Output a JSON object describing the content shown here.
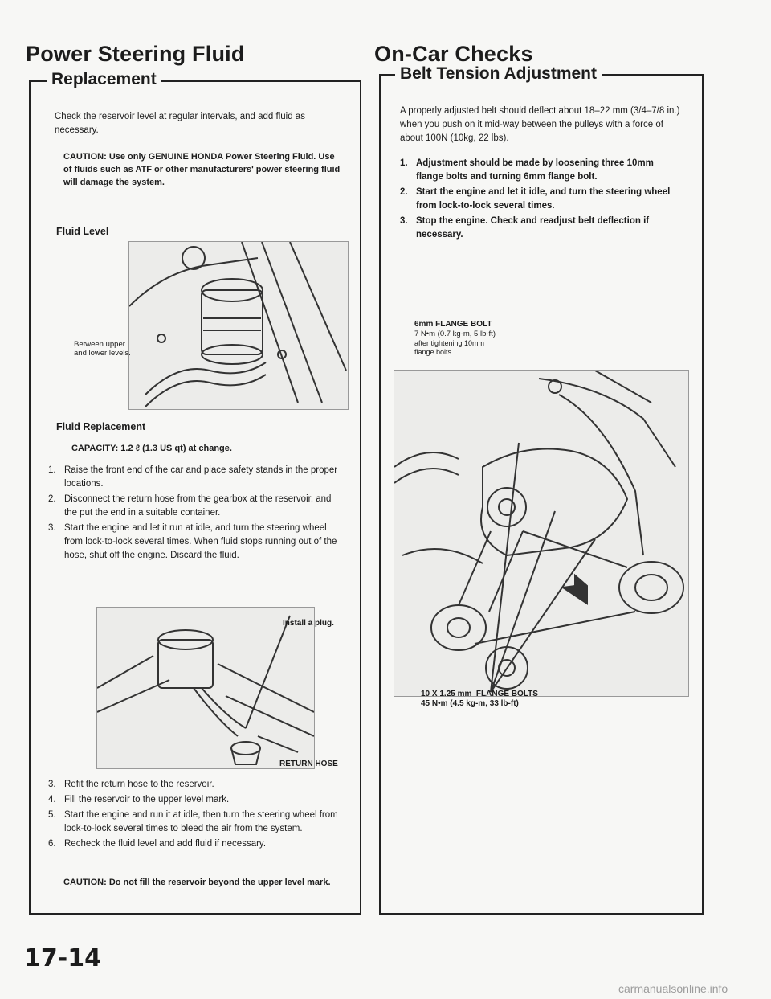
{
  "left": {
    "title": "Power Steering Fluid",
    "section": "Replacement",
    "intro": "Check the reservoir level at regular intervals, and add fluid as necessary.",
    "caution1": "CAUTION: Use only GENUINE HONDA Power Steering Fluid. Use of fluids such as ATF or other manufacturers' power steering fluid will damage the system.",
    "fluid_level_heading": "Fluid Level",
    "fig1_label": "Between upper and lower levels.",
    "fluid_replacement_heading": "Fluid Replacement",
    "capacity": "CAPACITY: 1.2 ℓ (1.3 US qt) at change.",
    "steps_a": [
      {
        "n": "1.",
        "text": "Raise the front end of the car and place safety stands in the proper locations."
      },
      {
        "n": "2.",
        "text": "Disconnect the return hose from the gearbox at the reservoir, and the put the end in a suitable container."
      },
      {
        "n": "3.",
        "text": "Start the engine and let it run at idle, and turn the steering wheel from lock-to-lock several times. When fluid stops running out of the hose, shut off the engine. Discard the fluid."
      }
    ],
    "fig2_label_plug": "Install a plug.",
    "fig2_label_hose": "RETURN HOSE",
    "steps_b": [
      {
        "n": "3.",
        "text": "Refit the return hose to the reservoir."
      },
      {
        "n": "4.",
        "text": "Fill the reservoir to the upper level mark."
      },
      {
        "n": "5.",
        "text": "Start the engine and run it at idle, then turn the steering wheel from lock-to-lock several times to bleed the air from the system."
      },
      {
        "n": "6.",
        "text": "Recheck the fluid level and add fluid if necessary."
      }
    ],
    "caution2": "CAUTION: Do not fill the reservoir beyond the upper level mark."
  },
  "right": {
    "title": "On-Car Checks",
    "section": "Belt Tension Adjustment",
    "intro": "A properly adjusted belt should deflect about 18–22 mm (3/4–7/8 in.) when you push on it mid-way between the pulleys with a force of about 100N (10kg, 22 lbs).",
    "steps": [
      {
        "n": "1.",
        "text": "Adjustment should be made by loosening three 10mm flange bolts and turning 6mm flange bolt."
      },
      {
        "n": "2.",
        "text": "Start the engine and let it idle, and turn the steering wheel from lock-to-lock several times."
      },
      {
        "n": "3.",
        "text": "Stop the engine. Check and readjust belt deflection if necessary."
      }
    ],
    "fig_bolt_title": "6mm FLANGE BOLT",
    "fig_bolt_torque": "7 N•m (0.7 kg-m, 5 lb-ft)",
    "fig_bolt_note": "after tightening 10mm flange bolts.",
    "fig_bottom_title": "10 X 1.25 mm  FLANGE BOLTS",
    "fig_bottom_torque": "45 N•m (4.5 kg-m, 33 lb-ft)"
  },
  "page_number": "17-14",
  "watermark": "carmanualsonline.info"
}
